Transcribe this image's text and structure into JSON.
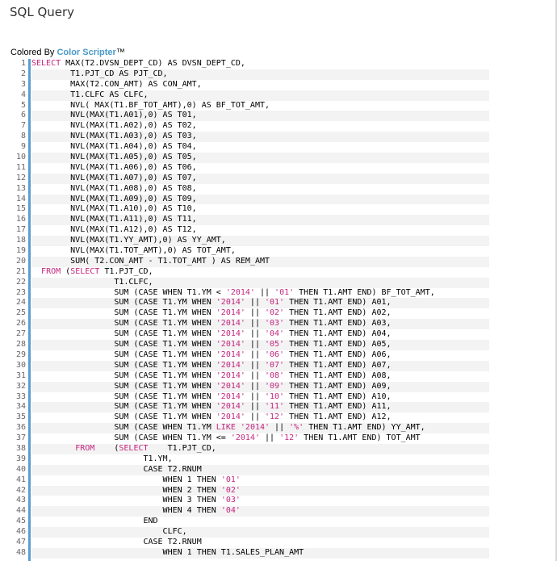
{
  "page": {
    "title": "SQL Query"
  },
  "credit": {
    "prefix": "Colored By ",
    "brand": "Color Scripter",
    "tm": "™"
  },
  "code": {
    "lines": [
      [
        [
          "kw",
          "SELECT"
        ],
        [
          "t",
          " MAX(T2.DVSN_DEPT_CD) AS DVSN_DEPT_CD,"
        ]
      ],
      [
        [
          "t",
          "        T1.PJT_CD AS PJT_CD,"
        ]
      ],
      [
        [
          "t",
          "        MAX(T2.CON_AMT) AS CON_AMT,"
        ]
      ],
      [
        [
          "t",
          "        T1.CLFC AS CLFC,"
        ]
      ],
      [
        [
          "t",
          "        NVL( MAX(T1.BF_TOT_AMT),0) AS BF_TOT_AMT,"
        ]
      ],
      [
        [
          "t",
          "        NVL(MAX(T1.A01),0) AS T01,"
        ]
      ],
      [
        [
          "t",
          "        NVL(MAX(T1.A02),0) AS T02,"
        ]
      ],
      [
        [
          "t",
          "        NVL(MAX(T1.A03),0) AS T03,"
        ]
      ],
      [
        [
          "t",
          "        NVL(MAX(T1.A04),0) AS T04,"
        ]
      ],
      [
        [
          "t",
          "        NVL(MAX(T1.A05),0) AS T05,"
        ]
      ],
      [
        [
          "t",
          "        NVL(MAX(T1.A06),0) AS T06,"
        ]
      ],
      [
        [
          "t",
          "        NVL(MAX(T1.A07),0) AS T07,"
        ]
      ],
      [
        [
          "t",
          "        NVL(MAX(T1.A08),0) AS T08,"
        ]
      ],
      [
        [
          "t",
          "        NVL(MAX(T1.A09),0) AS T09,"
        ]
      ],
      [
        [
          "t",
          "        NVL(MAX(T1.A10),0) AS T10,"
        ]
      ],
      [
        [
          "t",
          "        NVL(MAX(T1.A11),0) AS T11,"
        ]
      ],
      [
        [
          "t",
          "        NVL(MAX(T1.A12),0) AS T12,"
        ]
      ],
      [
        [
          "t",
          "        NVL(MAX(T1.YY_AMT),0) AS YY_AMT,"
        ]
      ],
      [
        [
          "t",
          "        NVL(MAX(T1.TOT_AMT),0) AS TOT_AMT,"
        ]
      ],
      [
        [
          "t",
          "        SUM( T2.CON_AMT - T1.TOT_AMT ) AS REM_AMT"
        ]
      ],
      [
        [
          "t",
          "  "
        ],
        [
          "kw",
          "FROM"
        ],
        [
          "t",
          " ("
        ],
        [
          "kw",
          "SELECT"
        ],
        [
          "t",
          " T1.PJT_CD,"
        ]
      ],
      [
        [
          "t",
          "                 T1.CLFC,"
        ]
      ],
      [
        [
          "t",
          "                 SUM (CASE WHEN T1.YM < "
        ],
        [
          "str",
          "'2014'"
        ],
        [
          "t",
          " || "
        ],
        [
          "str",
          "'01'"
        ],
        [
          "t",
          " THEN T1.AMT END) BF_TOT_AMT,"
        ]
      ],
      [
        [
          "t",
          "                 SUM (CASE T1.YM WHEN "
        ],
        [
          "str",
          "'2014'"
        ],
        [
          "t",
          " || "
        ],
        [
          "str",
          "'01'"
        ],
        [
          "t",
          " THEN T1.AMT END) A01,"
        ]
      ],
      [
        [
          "t",
          "                 SUM (CASE T1.YM WHEN "
        ],
        [
          "str",
          "'2014'"
        ],
        [
          "t",
          " || "
        ],
        [
          "str",
          "'02'"
        ],
        [
          "t",
          " THEN T1.AMT END) A02,"
        ]
      ],
      [
        [
          "t",
          "                 SUM (CASE T1.YM WHEN "
        ],
        [
          "str",
          "'2014'"
        ],
        [
          "t",
          " || "
        ],
        [
          "str",
          "'03'"
        ],
        [
          "t",
          " THEN T1.AMT END) A03,"
        ]
      ],
      [
        [
          "t",
          "                 SUM (CASE T1.YM WHEN "
        ],
        [
          "str",
          "'2014'"
        ],
        [
          "t",
          " || "
        ],
        [
          "str",
          "'04'"
        ],
        [
          "t",
          " THEN T1.AMT END) A04,"
        ]
      ],
      [
        [
          "t",
          "                 SUM (CASE T1.YM WHEN "
        ],
        [
          "str",
          "'2014'"
        ],
        [
          "t",
          " || "
        ],
        [
          "str",
          "'05'"
        ],
        [
          "t",
          " THEN T1.AMT END) A05,"
        ]
      ],
      [
        [
          "t",
          "                 SUM (CASE T1.YM WHEN "
        ],
        [
          "str",
          "'2014'"
        ],
        [
          "t",
          " || "
        ],
        [
          "str",
          "'06'"
        ],
        [
          "t",
          " THEN T1.AMT END) A06,"
        ]
      ],
      [
        [
          "t",
          "                 SUM (CASE T1.YM WHEN "
        ],
        [
          "str",
          "'2014'"
        ],
        [
          "t",
          " || "
        ],
        [
          "str",
          "'07'"
        ],
        [
          "t",
          " THEN T1.AMT END) A07,"
        ]
      ],
      [
        [
          "t",
          "                 SUM (CASE T1.YM WHEN "
        ],
        [
          "str",
          "'2014'"
        ],
        [
          "t",
          " || "
        ],
        [
          "str",
          "'08'"
        ],
        [
          "t",
          " THEN T1.AMT END) A08,"
        ]
      ],
      [
        [
          "t",
          "                 SUM (CASE T1.YM WHEN "
        ],
        [
          "str",
          "'2014'"
        ],
        [
          "t",
          " || "
        ],
        [
          "str",
          "'09'"
        ],
        [
          "t",
          " THEN T1.AMT END) A09,"
        ]
      ],
      [
        [
          "t",
          "                 SUM (CASE T1.YM WHEN "
        ],
        [
          "str",
          "'2014'"
        ],
        [
          "t",
          " || "
        ],
        [
          "str",
          "'10'"
        ],
        [
          "t",
          " THEN T1.AMT END) A10,"
        ]
      ],
      [
        [
          "t",
          "                 SUM (CASE T1.YM WHEN "
        ],
        [
          "str",
          "'2014'"
        ],
        [
          "t",
          " || "
        ],
        [
          "str",
          "'11'"
        ],
        [
          "t",
          " THEN T1.AMT END) A11,"
        ]
      ],
      [
        [
          "t",
          "                 SUM (CASE T1.YM WHEN "
        ],
        [
          "str",
          "'2014'"
        ],
        [
          "t",
          " || "
        ],
        [
          "str",
          "'12'"
        ],
        [
          "t",
          " THEN T1.AMT END) A12,"
        ]
      ],
      [
        [
          "t",
          "                 SUM (CASE WHEN T1.YM "
        ],
        [
          "kw",
          "LIKE"
        ],
        [
          "t",
          " "
        ],
        [
          "str",
          "'2014'"
        ],
        [
          "t",
          " || "
        ],
        [
          "str",
          "'%'"
        ],
        [
          "t",
          " THEN T1.AMT END) YY_AMT,"
        ]
      ],
      [
        [
          "t",
          "                 SUM (CASE WHEN T1.YM <= "
        ],
        [
          "str",
          "'2014'"
        ],
        [
          "t",
          " || "
        ],
        [
          "str",
          "'12'"
        ],
        [
          "t",
          " THEN T1.AMT END) TOT_AMT"
        ]
      ],
      [
        [
          "t",
          "         "
        ],
        [
          "kw",
          "FROM"
        ],
        [
          "t",
          "    ("
        ],
        [
          "kw",
          "SELECT"
        ],
        [
          "t",
          "    T1.PJT_CD,"
        ]
      ],
      [
        [
          "t",
          "                       T1.YM,"
        ]
      ],
      [
        [
          "t",
          "                       CASE T2.RNUM"
        ]
      ],
      [
        [
          "t",
          "                           WHEN 1 THEN "
        ],
        [
          "str",
          "'01'"
        ]
      ],
      [
        [
          "t",
          "                           WHEN 2 THEN "
        ],
        [
          "str",
          "'02'"
        ]
      ],
      [
        [
          "t",
          "                           WHEN 3 THEN "
        ],
        [
          "str",
          "'03'"
        ]
      ],
      [
        [
          "t",
          "                           WHEN 4 THEN "
        ],
        [
          "str",
          "'04'"
        ]
      ],
      [
        [
          "t",
          "                       END"
        ]
      ],
      [
        [
          "t",
          "                           CLFC,"
        ]
      ],
      [
        [
          "t",
          "                       CASE T2.RNUM"
        ]
      ],
      [
        [
          "t",
          "                           WHEN 1 THEN T1.SALES_PLAN_AMT"
        ]
      ]
    ]
  }
}
